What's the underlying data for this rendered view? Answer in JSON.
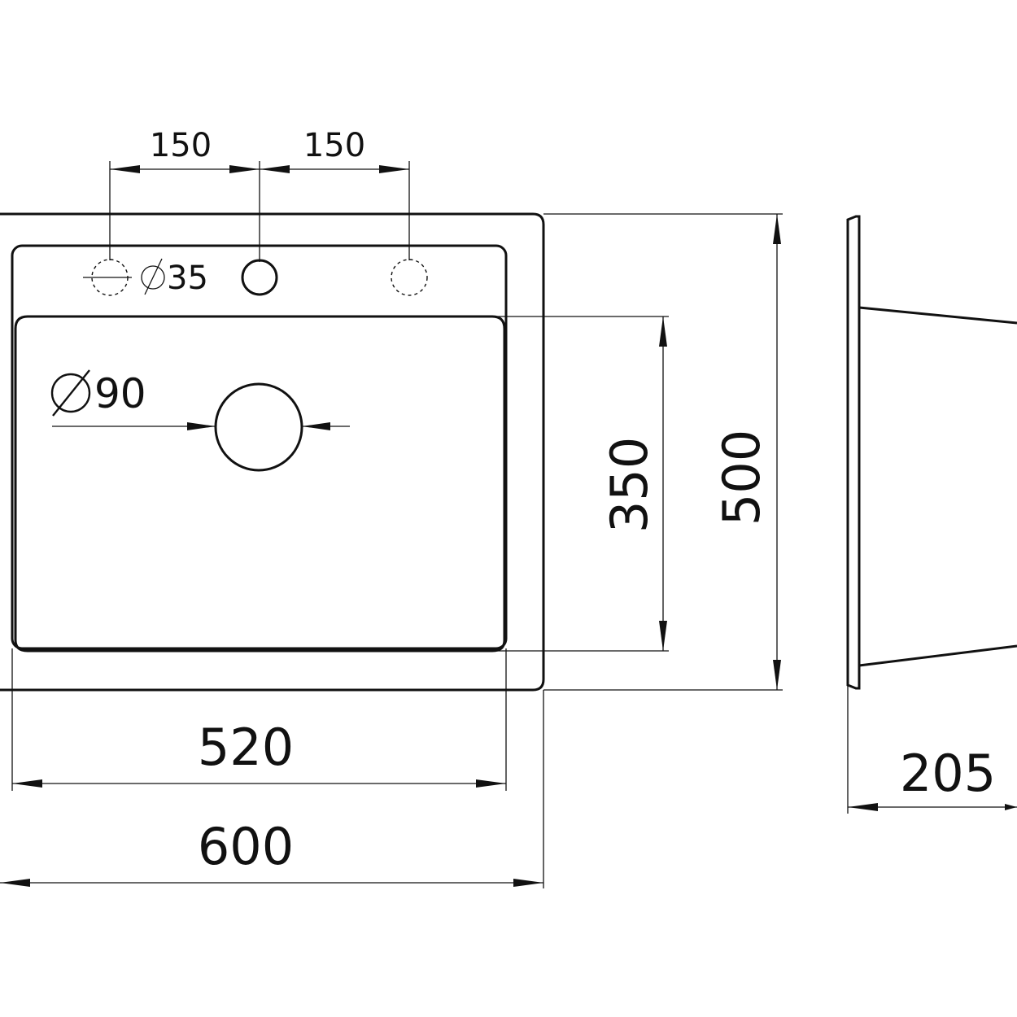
{
  "drawing": {
    "dimensions": {
      "hole_spacing_left": "150",
      "hole_spacing_right": "150",
      "tap_hole_diameter": "35",
      "drain_diameter": "90",
      "bowl_depth_inner": "350",
      "overall_depth": "500",
      "bowl_width_inner": "520",
      "overall_width": "600",
      "sink_height": "205"
    },
    "diameter_symbol": "∅",
    "line_color": "#111111",
    "background_color": "#ffffff"
  }
}
